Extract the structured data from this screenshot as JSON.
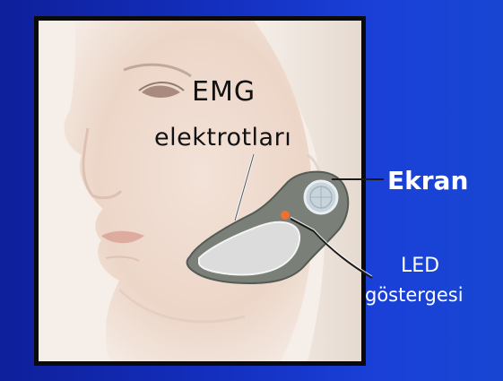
{
  "labels": {
    "emg_line1": "EMG",
    "emg_line2": "elektrotları",
    "screen": "Ekran",
    "led_line1": "LED",
    "led_line2": "göstergesi"
  },
  "colors": {
    "background": "#1430c0",
    "frame": "#0a0a0a",
    "photo_background": "#f4ece6",
    "device_body": "#7a8078",
    "electrode_pad": "#d8d8d8",
    "led": "#f07030",
    "label_dark": "#111111",
    "label_light": "#ffffff"
  }
}
